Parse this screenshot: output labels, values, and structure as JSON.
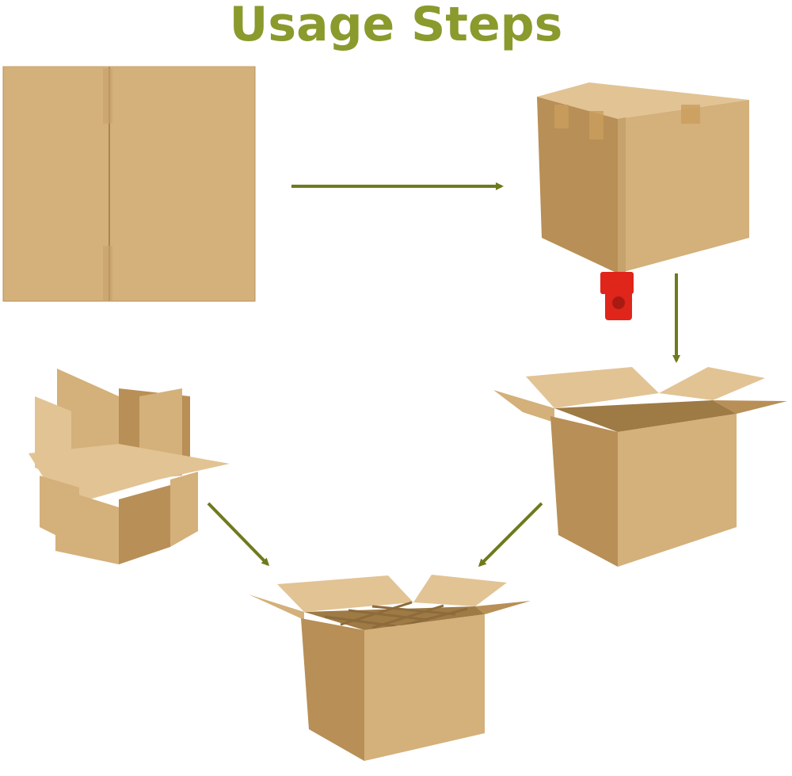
{
  "title": "Usage Steps",
  "colors": {
    "title": "#8b9a2d",
    "arrow": "#6f7a1d",
    "cardboard": "#d4b07a",
    "cardboard_dark": "#b88f56",
    "cardboard_light": "#e2c394",
    "tape": "#c99d5c",
    "dispenser": "#e0251b"
  },
  "steps": [
    {
      "illustration": "flat-cardboard-sheet"
    },
    {
      "illustration": "taped-closed-box-with-dispenser"
    },
    {
      "illustration": "open-empty-box"
    },
    {
      "illustration": "cardboard-divider-insert"
    },
    {
      "illustration": "open-box-with-dividers"
    }
  ]
}
